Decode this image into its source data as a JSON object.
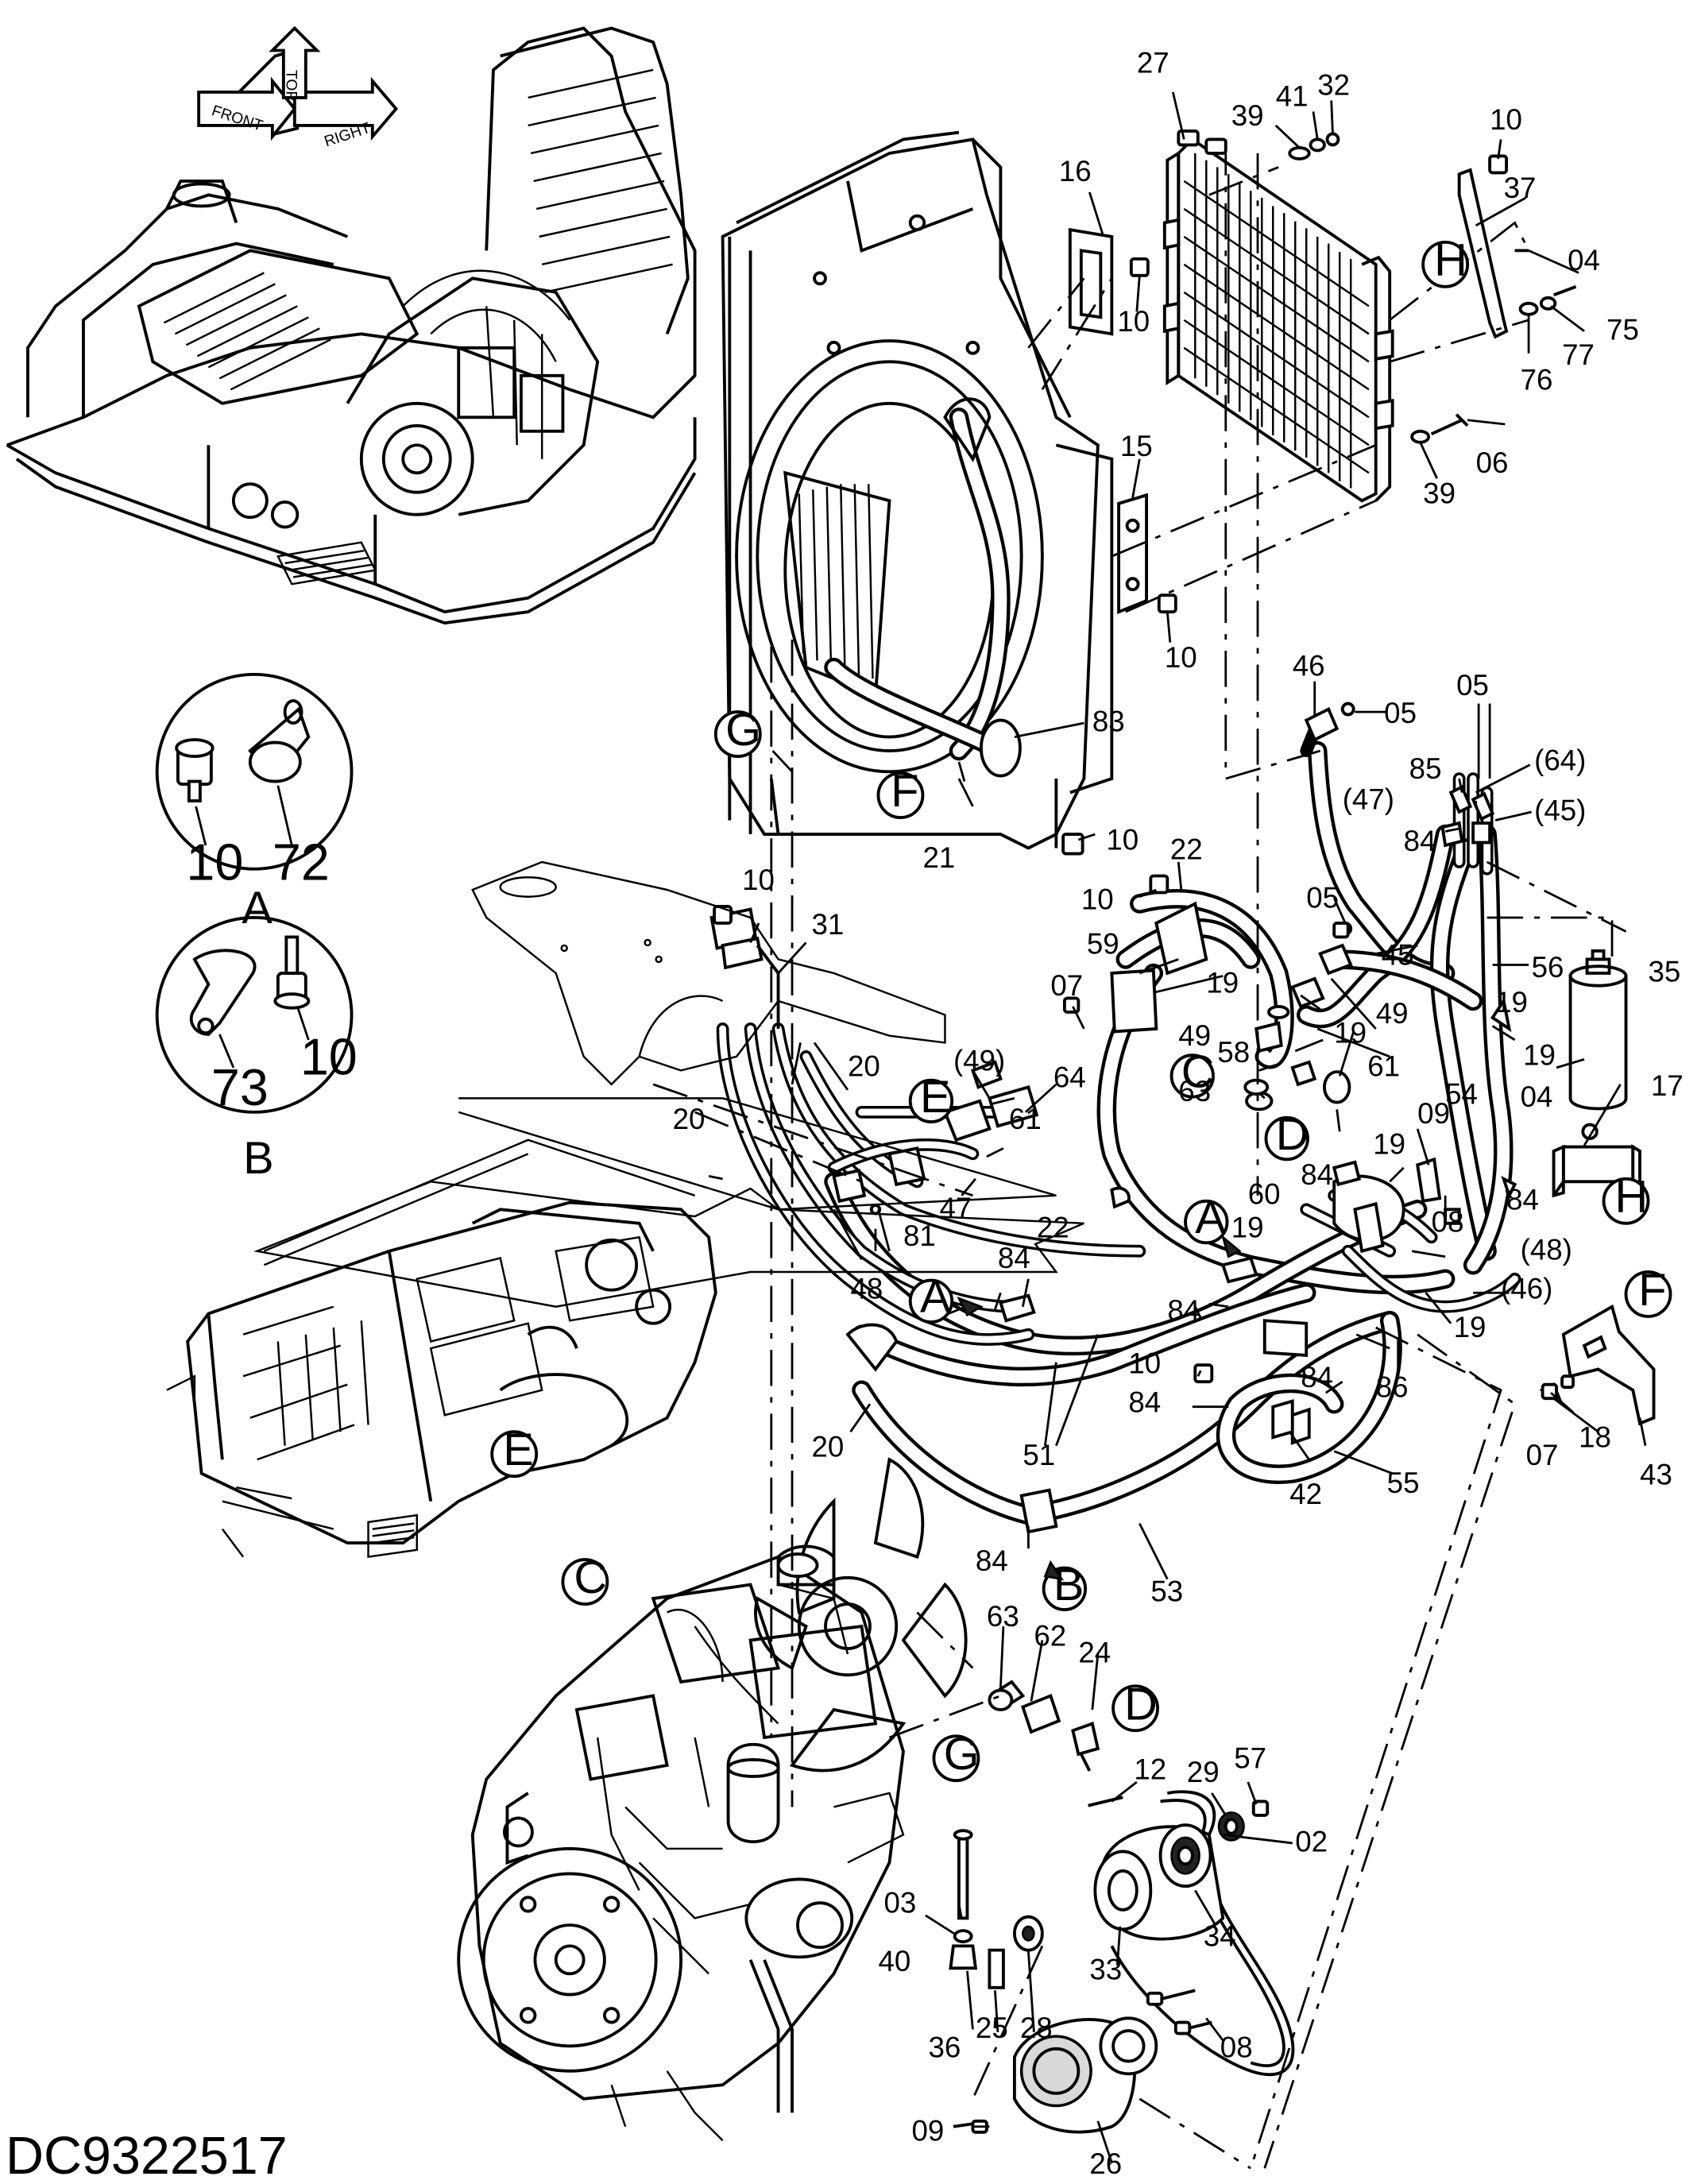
{
  "document_id": "DC9322517",
  "orientation_arrows": {
    "top": "TOP",
    "front": "FRONT",
    "right": "RIGHT"
  },
  "detail_views": [
    {
      "letter": "A",
      "parts": [
        "10",
        "72"
      ]
    },
    {
      "letter": "B",
      "parts": [
        "73",
        "10"
      ]
    }
  ],
  "callouts": {
    "c27": "27",
    "c39a": "39",
    "c41": "41",
    "c32": "32",
    "c10a": "10",
    "c37": "37",
    "c04a": "04",
    "c75": "75",
    "c77": "77",
    "c76": "76",
    "c16": "16",
    "c10b": "10",
    "c15": "15",
    "c10c": "10",
    "c39b": "39",
    "c06": "06",
    "c83": "83",
    "c21": "21",
    "c10d": "10",
    "c46": "46",
    "c05a": "05",
    "c05b": "05",
    "c64p": "(64)",
    "c85": "85",
    "c47p": "(47)",
    "c45p": "(45)",
    "c84a": "84",
    "c22a": "22",
    "c10e": "10",
    "c05c": "05",
    "c45": "45",
    "c56": "56",
    "c35": "35",
    "c59": "59",
    "c19a": "19",
    "c07a": "07",
    "c49a": "49",
    "c49b": "49",
    "c19b": "19",
    "c19c": "19",
    "c58": "58",
    "c61a": "61",
    "c19d": "19",
    "c54": "54",
    "c04b": "04",
    "c17": "17",
    "c63a": "63",
    "c09a": "09",
    "c19e": "19",
    "c84b": "84",
    "c84c": "84",
    "c60": "60",
    "c08a": "08",
    "c19f": "19",
    "c48p": "(48)",
    "c46p": "(46)",
    "c19g": "19",
    "c84d": "84",
    "c84e": "84",
    "c10f": "10",
    "c86": "86",
    "c84f": "84",
    "c42": "42",
    "c55": "55",
    "c18": "18",
    "c07b": "07",
    "c43": "43",
    "c84g": "84",
    "c53": "53",
    "c51": "51",
    "c84h": "84",
    "c22b": "22",
    "c20a": "20",
    "c20b": "20",
    "c20c": "20",
    "c31": "31",
    "c10g": "10",
    "c49p": "(49)",
    "c64": "64",
    "c61b": "61",
    "c47": "47",
    "c81": "81",
    "c48": "48",
    "c63b": "63",
    "c62": "62",
    "c24": "24",
    "c12": "12",
    "c29": "29",
    "c57": "57",
    "c02": "02",
    "c03": "03",
    "c34": "34",
    "c33": "33",
    "c40": "40",
    "c36": "36",
    "c25": "25",
    "c28": "28",
    "c08b": "08",
    "c09b": "09",
    "c26": "26"
  },
  "reference_letters": {
    "H1": "H",
    "H2": "H",
    "G1": "G",
    "G2": "G",
    "F1": "F",
    "F2": "F",
    "C1": "C",
    "C2": "C",
    "D1": "D",
    "D2": "D",
    "E1": "E",
    "E2": "E",
    "A1": "A",
    "A2": "A",
    "B1": "B"
  }
}
